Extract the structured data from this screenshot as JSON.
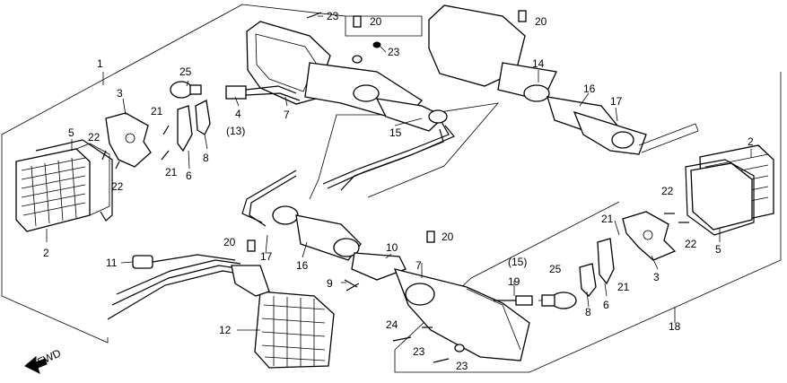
{
  "diagram": {
    "direction_label": "FWD",
    "callouts": {
      "c1": "1",
      "c2a": "2",
      "c2b": "2",
      "c3a": "3",
      "c3b": "3",
      "c4": "4",
      "c4alt": "(13)",
      "c5a": "5",
      "c5b": "5",
      "c6a": "6",
      "c6b": "6",
      "c7a": "7",
      "c7b": "7",
      "c8a": "8",
      "c8b": "8",
      "c9": "9",
      "c10": "10",
      "c11": "11",
      "c12": "12",
      "c14": "14",
      "c15": "15",
      "c15alt": "(15)",
      "c16a": "16",
      "c16b": "16",
      "c17a": "17",
      "c17b": "17",
      "c18": "18",
      "c19": "19",
      "c20a": "20",
      "c20b": "20",
      "c20c": "20",
      "c20d": "20",
      "c21a": "21",
      "c21b": "21",
      "c21c": "21",
      "c21d": "21",
      "c22a": "22",
      "c22b": "22",
      "c22c": "22",
      "c22d": "22",
      "c23a": "23",
      "c23b": "23",
      "c23c": "23",
      "c23d": "23",
      "c24": "24",
      "c25a": "25",
      "c25b": "25"
    }
  }
}
